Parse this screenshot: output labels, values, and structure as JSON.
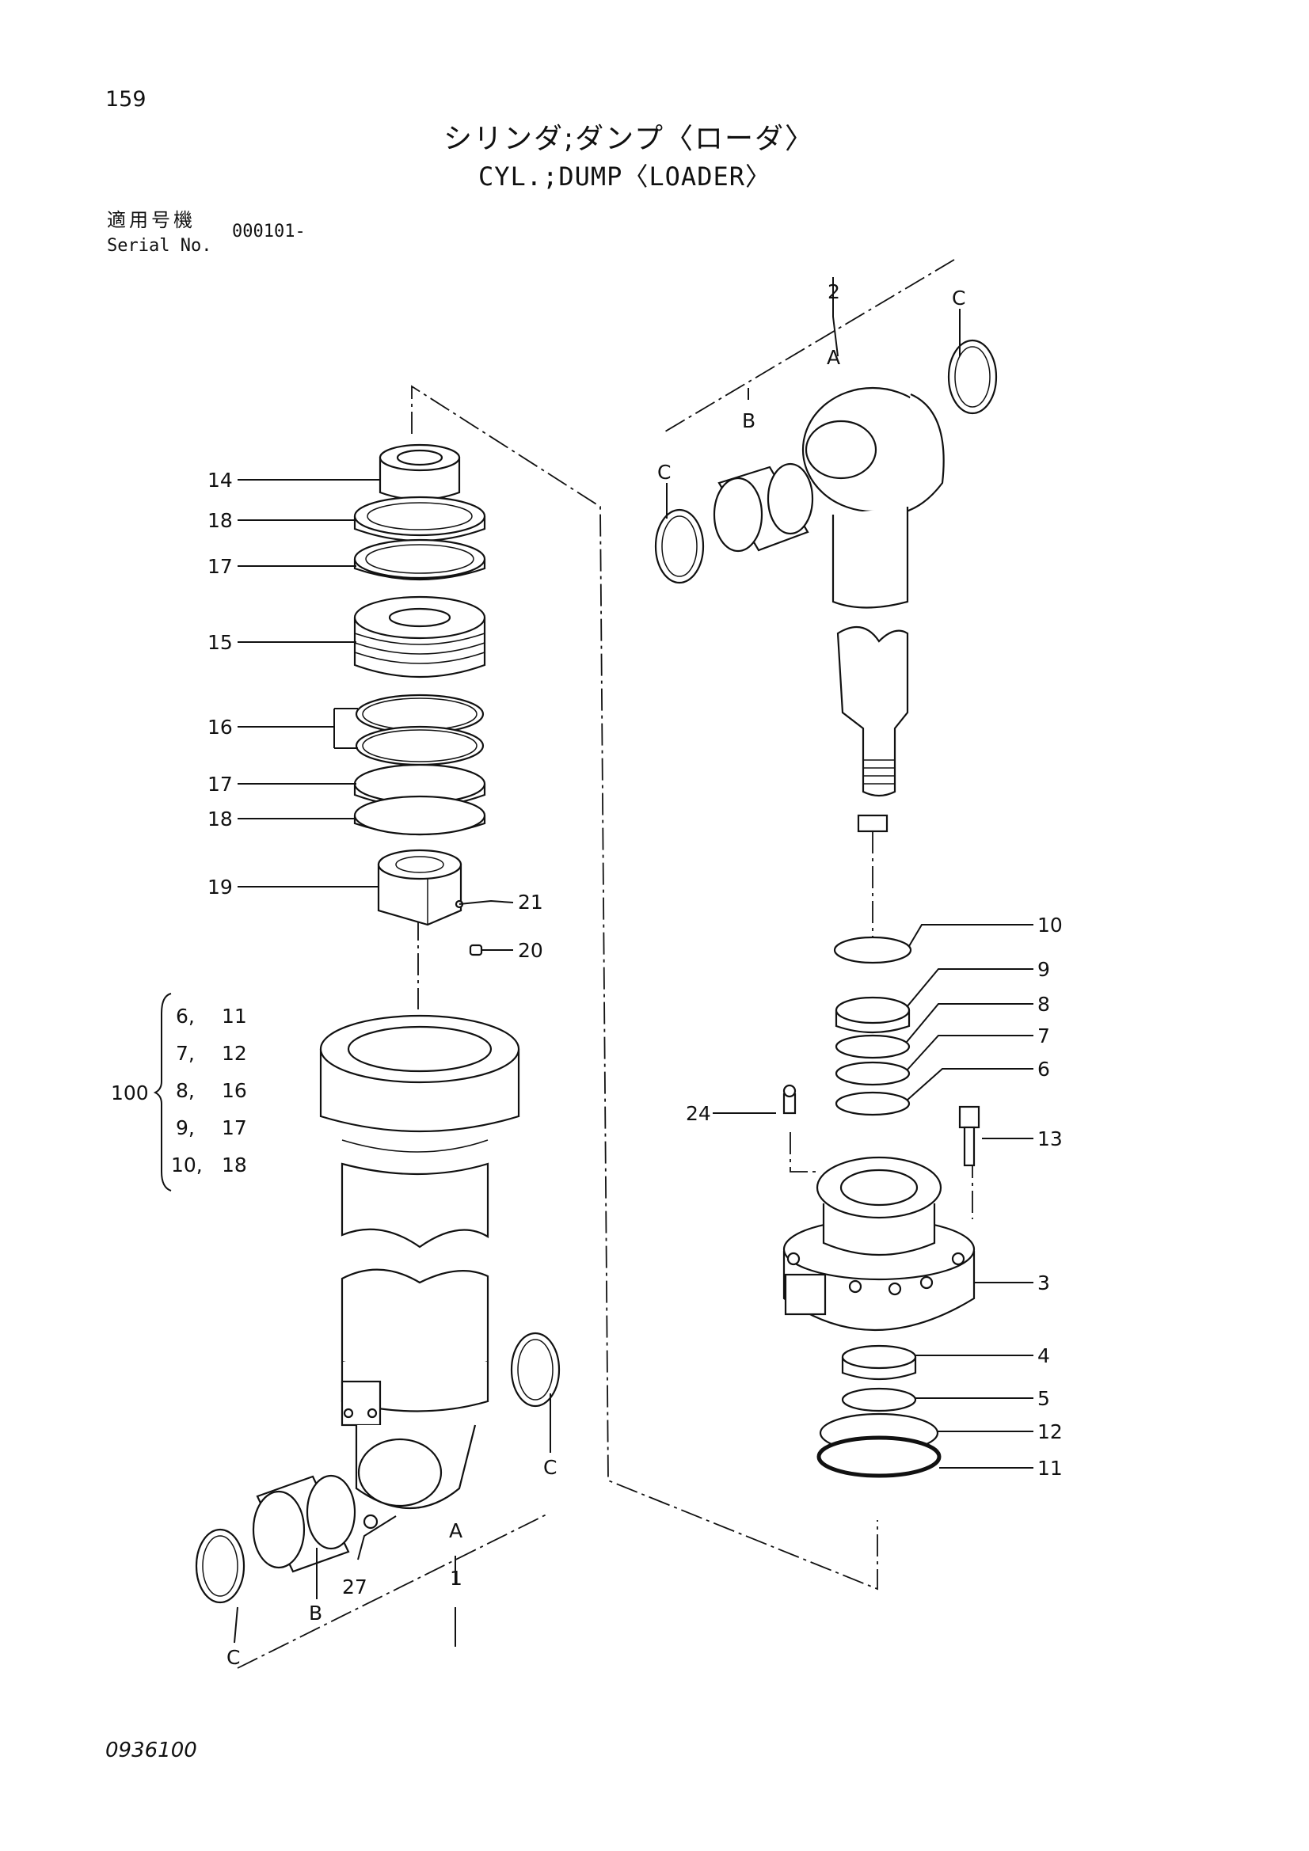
{
  "page_number": "159",
  "title_jp": "シリンダ;ダンプ〈ローダ〉",
  "title_en": "CYL.;DUMP〈LOADER〉",
  "serial": {
    "label_jp": "適用号機",
    "label_en": "Serial No.",
    "value": "000101-"
  },
  "doc_number": "0936100",
  "callouts": {
    "n1": "1",
    "n2": "2",
    "n3": "3",
    "n4": "4",
    "n5": "5",
    "n6": "6",
    "n7": "7",
    "n8": "8",
    "n9": "9",
    "n10": "10",
    "n11": "11",
    "n12": "12",
    "n13": "13",
    "n14": "14",
    "n15": "15",
    "n16": "16",
    "n17a": "17",
    "n17b": "17",
    "n18a": "18",
    "n18b": "18",
    "n19": "19",
    "n20": "20",
    "n21": "21",
    "n24": "24",
    "n27": "27",
    "n100": "100",
    "A1": "A",
    "A2": "A",
    "B1": "B",
    "B2": "B",
    "C1": "C",
    "C2": "C",
    "C3": "C",
    "C4": "C"
  },
  "kit_100": [
    [
      "6,",
      "11"
    ],
    [
      "7,",
      "12"
    ],
    [
      "8,",
      "16"
    ],
    [
      "9,",
      "17"
    ],
    [
      "10,",
      "18"
    ]
  ]
}
